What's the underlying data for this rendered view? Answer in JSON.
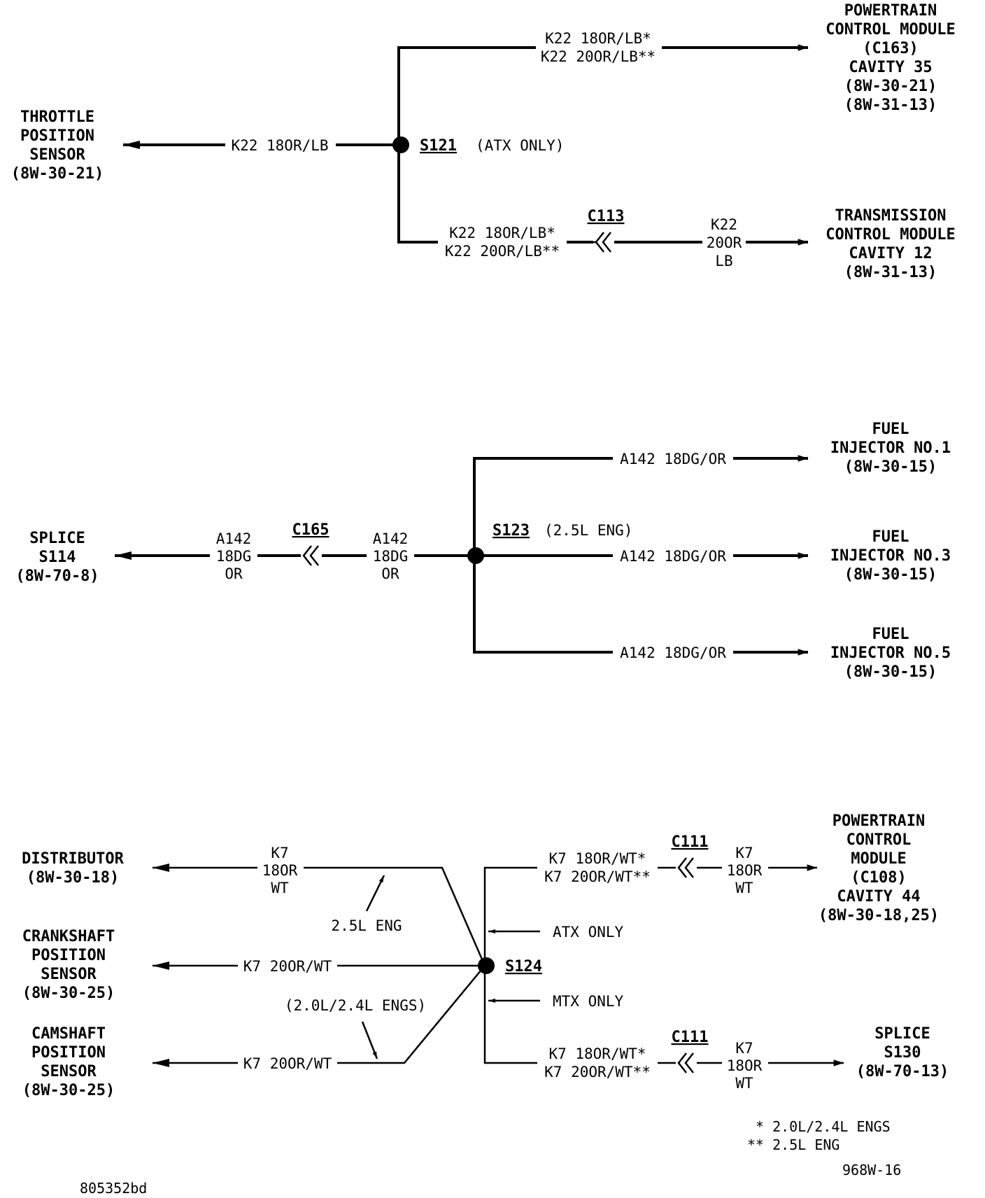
{
  "section1": {
    "tps": [
      "THROTTLE",
      "POSITION",
      "SENSOR",
      "(8W-30-21)"
    ],
    "pcm": [
      "POWERTRAIN",
      "CONTROL MODULE",
      "(C163)",
      "CAVITY 35",
      "(8W-30-21)",
      "(8W-31-13)"
    ],
    "tcm": [
      "TRANSMISSION",
      "CONTROL MODULE",
      "CAVITY 12",
      "(8W-31-13)"
    ],
    "wire_in": "K22 18OR/LB",
    "wire_top": [
      "K22 18OR/LB*",
      "K22 20OR/LB**"
    ],
    "wire_bottom": [
      "K22 18OR/LB*",
      "K22 20OR/LB**"
    ],
    "wire_tcm": [
      "K22",
      "20OR",
      "LB"
    ],
    "splice": "S121",
    "splice_note": "(ATX ONLY)",
    "connector": "C113"
  },
  "section2": {
    "splice_src": [
      "SPLICE",
      "S114",
      "(8W-70-8)"
    ],
    "wire_left": [
      "A142",
      "18DG",
      "OR"
    ],
    "wire_mid": [
      "A142",
      "18DG",
      "OR"
    ],
    "connector": "C165",
    "splice": "S123",
    "splice_note": "(2.5L ENG)",
    "wire_out": "A142 18DG/OR",
    "inj1": [
      "FUEL",
      "INJECTOR NO.1",
      "(8W-30-15)"
    ],
    "inj3": [
      "FUEL",
      "INJECTOR NO.3",
      "(8W-30-15)"
    ],
    "inj5": [
      "FUEL",
      "INJECTOR NO.5",
      "(8W-30-15)"
    ]
  },
  "section3": {
    "distributor": [
      "DISTRIBUTOR",
      "(8W-30-18)"
    ],
    "crank": [
      "CRANKSHAFT",
      "POSITION",
      "SENSOR",
      "(8W-30-25)"
    ],
    "cam": [
      "CAMSHAFT",
      "POSITION",
      "SENSOR",
      "(8W-30-25)"
    ],
    "pcm": [
      "POWERTRAIN",
      "CONTROL",
      "MODULE",
      "(C108)",
      "CAVITY 44",
      "(8W-30-18,25)"
    ],
    "splice_dst": [
      "SPLICE",
      "S130",
      "(8W-70-13)"
    ],
    "wire_dist": [
      "K7",
      "18OR",
      "WT"
    ],
    "wire_crank": "K7 20OR/WT",
    "wire_cam": "K7 20OR/WT",
    "wire_pcm_left": [
      "K7 18OR/WT*",
      "K7 20OR/WT**"
    ],
    "wire_pcm_right": [
      "K7",
      "18OR",
      "WT"
    ],
    "wire_s130_left": [
      "K7 18OR/WT*",
      "K7 20OR/WT**"
    ],
    "wire_s130_right": [
      "K7",
      "18OR",
      "WT"
    ],
    "connector": "C111",
    "splice": "S124",
    "note_25": "2.5L ENG",
    "note_2024": "(2.0L/2.4L ENGS)",
    "note_atx": "ATX ONLY",
    "note_mtx": "MTX ONLY"
  },
  "footnotes": [
    "* 2.0L/2.4L ENGS",
    "** 2.5L ENG"
  ],
  "fig_code": "968W-16",
  "image_code": "805352bd"
}
